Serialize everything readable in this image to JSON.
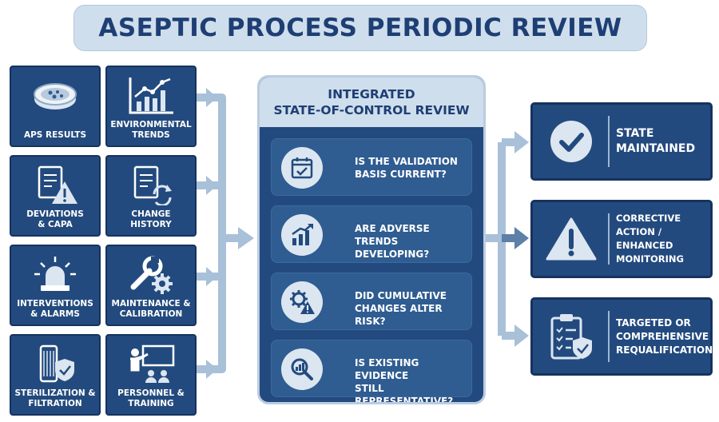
{
  "title": "ASEPTIC PROCESS PERIODIC REVIEW",
  "inputs": [
    {
      "label": "APS RESULTS",
      "icon": "petri-dish-icon"
    },
    {
      "label": "ENVIRONMENTAL TRENDS",
      "icon": "trend-chart-icon"
    },
    {
      "label": "DEVIATIONS & CAPA",
      "icon": "document-warning-icon"
    },
    {
      "label": "CHANGE HISTORY",
      "icon": "document-refresh-icon"
    },
    {
      "label": "INTERVENTIONS & ALARMS",
      "icon": "alarm-light-icon"
    },
    {
      "label": "MAINTENANCE & CALIBRATION",
      "icon": "wrench-gear-icon"
    },
    {
      "label": "STERILIZATION & FILTRATION",
      "icon": "filter-shield-icon"
    },
    {
      "label": "PERSONNEL & TRAINING",
      "icon": "trainer-board-icon"
    }
  ],
  "center": {
    "title_line1": "INTEGRATED",
    "title_line2": "STATE-OF-CONTROL REVIEW",
    "questions": [
      {
        "line1": "IS THE VALIDATION",
        "line2": "BASIS CURRENT?",
        "icon": "calendar-check-icon"
      },
      {
        "line1": "ARE ADVERSE TRENDS",
        "line2": "DEVELOPING?",
        "icon": "rising-bars-icon"
      },
      {
        "line1": "DID CUMULATIVE",
        "line2": "CHANGES ALTER RISK?",
        "icon": "gear-warning-icon"
      },
      {
        "line1": "IS EXISTING EVIDENCE",
        "line2": "STILL REPRESENTATIVE?",
        "icon": "magnifier-chart-icon"
      }
    ]
  },
  "outcomes": [
    {
      "line1": "STATE",
      "line2": "MAINTAINED",
      "line3": "",
      "icon": "checkmark-circle-icon"
    },
    {
      "line1": "CORRECTIVE ACTION /",
      "line2": "ENHANCED",
      "line3": "MONITORING",
      "icon": "warning-triangle-icon"
    },
    {
      "line1": "TARGETED OR",
      "line2": "COMPREHENSIVE",
      "line3": "REQUALIFICATION",
      "icon": "clipboard-shield-icon"
    }
  ],
  "colors": {
    "navy": "#234a7e",
    "pale_blue": "#cfdeec",
    "arrow": "#a9c0d9",
    "title_text": "#1e3f74"
  }
}
